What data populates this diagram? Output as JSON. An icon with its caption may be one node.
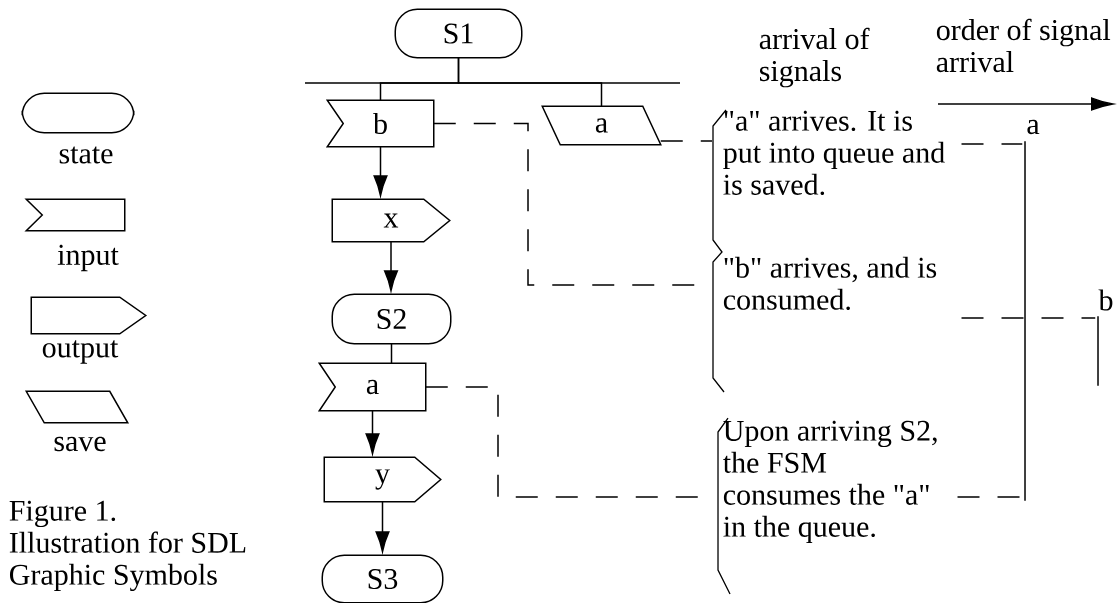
{
  "diagram": {
    "caption": "Figure 1. Illustration for SDL Graphic Symbols",
    "nodes": [
      {
        "text": [
          "S1"
        ]
      },
      {
        "text": [
          "b"
        ]
      },
      {
        "text": [
          "a"
        ]
      },
      {
        "text": [
          "x"
        ]
      },
      {
        "text": [
          "S2"
        ]
      },
      {
        "text": [
          "a"
        ]
      },
      {
        "text": [
          "y"
        ]
      },
      {
        "text": [
          "S3"
        ]
      },
      {
        "text": [
          "\"a\" arrives. It is put into queue and is saved."
        ]
      },
      {
        "text": [
          "\"b\" arrives, and is consumed."
        ]
      },
      {
        "text": [
          "Upon arriving S2, the FSM consumes the \"a\" in the queue."
        ]
      },
      {
        "text": [],
        "shape": "bar",
        "beside": [
          "a"
        ]
      },
      {
        "text": [],
        "shape": "bar",
        "beside": [
          "b"
        ]
      }
    ],
    "edges": [
      {
        "from": 0,
        "to": 1,
        "arrow": "none"
      },
      {
        "from": 0,
        "to": 2,
        "arrow": "none"
      },
      {
        "from": 1,
        "to": 3,
        "arrow": "to"
      },
      {
        "from": 3,
        "to": 4,
        "arrow": "to"
      },
      {
        "from": 4,
        "to": 5,
        "arrow": "none"
      },
      {
        "from": 5,
        "to": 6,
        "arrow": "to"
      },
      {
        "from": 6,
        "to": 7,
        "arrow": "to"
      },
      {
        "from": 1,
        "to": 9,
        "arrow": "none",
        "style": "dashed"
      },
      {
        "from": 2,
        "to": 8,
        "arrow": "none",
        "style": "dashed"
      },
      {
        "from": 5,
        "to": 10,
        "arrow": "none",
        "style": "dashed"
      },
      {
        "from": 8,
        "to": 11,
        "arrow": "none",
        "style": "dashed"
      },
      {
        "from": 9,
        "to": 12,
        "arrow": "none",
        "style": "dashed"
      },
      {
        "from": 10,
        "to": 11,
        "arrow": "none",
        "style": "dashed"
      }
    ],
    "labels": [
      "arrival of signals",
      "order of signal arrival"
    ],
    "legend": [
      {
        "text": "state"
      },
      {
        "text": "input"
      },
      {
        "text": "output"
      },
      {
        "text": "save"
      }
    ]
  }
}
